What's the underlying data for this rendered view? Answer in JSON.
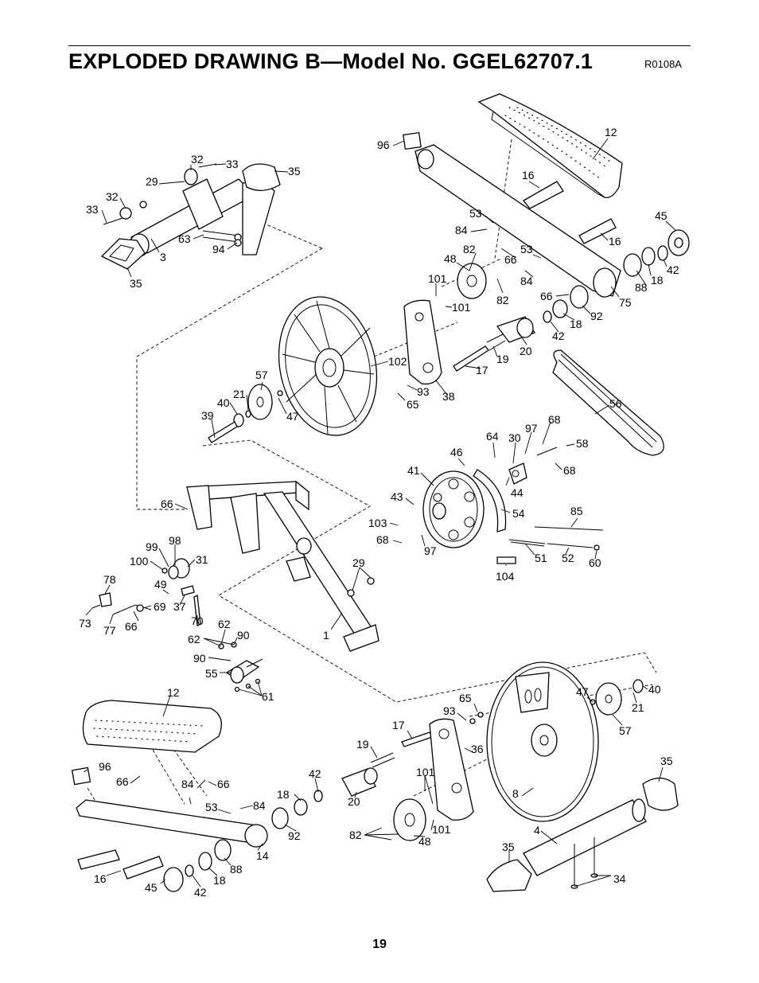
{
  "header": {
    "title": "EXPLODED DRAWING B—Model No. GGEL62707.1",
    "ref_code": "R0108A"
  },
  "footer": {
    "page_number": "19"
  },
  "callouts": [
    {
      "id": "c1",
      "text": "96"
    },
    {
      "id": "c2",
      "text": "12"
    },
    {
      "id": "c3",
      "text": "16"
    },
    {
      "id": "c4",
      "text": "32"
    },
    {
      "id": "c5",
      "text": "33"
    },
    {
      "id": "c6",
      "text": "29"
    },
    {
      "id": "c7",
      "text": "35"
    },
    {
      "id": "c8",
      "text": "32"
    },
    {
      "id": "c9",
      "text": "33"
    },
    {
      "id": "c10",
      "text": "63"
    },
    {
      "id": "c11",
      "text": "3"
    },
    {
      "id": "c12",
      "text": "94"
    },
    {
      "id": "c13",
      "text": "35"
    },
    {
      "id": "c14",
      "text": "53"
    },
    {
      "id": "c15",
      "text": "84"
    },
    {
      "id": "c16",
      "text": "45"
    },
    {
      "id": "c17",
      "text": "16"
    },
    {
      "id": "c18",
      "text": "82"
    },
    {
      "id": "c19",
      "text": "48"
    },
    {
      "id": "c20",
      "text": "66"
    },
    {
      "id": "c21",
      "text": "53"
    },
    {
      "id": "c22",
      "text": "88"
    },
    {
      "id": "c23",
      "text": "18"
    },
    {
      "id": "c24",
      "text": "42"
    },
    {
      "id": "c25",
      "text": "101"
    },
    {
      "id": "c26",
      "text": "84"
    },
    {
      "id": "c27",
      "text": "82"
    },
    {
      "id": "c28",
      "text": "101"
    },
    {
      "id": "c29",
      "text": "66"
    },
    {
      "id": "c30",
      "text": "75"
    },
    {
      "id": "c31",
      "text": "92"
    },
    {
      "id": "c32",
      "text": "18"
    },
    {
      "id": "c33",
      "text": "42"
    },
    {
      "id": "c34",
      "text": "20"
    },
    {
      "id": "c35",
      "text": "19"
    },
    {
      "id": "c36",
      "text": "102"
    },
    {
      "id": "c37",
      "text": "17"
    },
    {
      "id": "c38",
      "text": "57"
    },
    {
      "id": "c39",
      "text": "93"
    },
    {
      "id": "c40",
      "text": "21"
    },
    {
      "id": "c41",
      "text": "38"
    },
    {
      "id": "c42",
      "text": "40"
    },
    {
      "id": "c43",
      "text": "65"
    },
    {
      "id": "c44",
      "text": "47"
    },
    {
      "id": "c45",
      "text": "56"
    },
    {
      "id": "c46",
      "text": "39"
    },
    {
      "id": "c47",
      "text": "68"
    },
    {
      "id": "c48",
      "text": "64"
    },
    {
      "id": "c49",
      "text": "30"
    },
    {
      "id": "c50",
      "text": "97"
    },
    {
      "id": "c51",
      "text": "58"
    },
    {
      "id": "c52",
      "text": "46"
    },
    {
      "id": "c53",
      "text": "41"
    },
    {
      "id": "c54",
      "text": "68"
    },
    {
      "id": "c55",
      "text": "66"
    },
    {
      "id": "c56",
      "text": "44"
    },
    {
      "id": "c57",
      "text": "43"
    },
    {
      "id": "c58",
      "text": "54"
    },
    {
      "id": "c59",
      "text": "85"
    },
    {
      "id": "c60",
      "text": "103"
    },
    {
      "id": "c61",
      "text": "68"
    },
    {
      "id": "c62",
      "text": "97"
    },
    {
      "id": "c63",
      "text": "51"
    },
    {
      "id": "c64",
      "text": "52"
    },
    {
      "id": "c65",
      "text": "60"
    },
    {
      "id": "c66",
      "text": "99"
    },
    {
      "id": "c67",
      "text": "98"
    },
    {
      "id": "c68",
      "text": "104"
    },
    {
      "id": "c69",
      "text": "100"
    },
    {
      "id": "c70",
      "text": "31"
    },
    {
      "id": "c71",
      "text": "29"
    },
    {
      "id": "c72",
      "text": "78"
    },
    {
      "id": "c73",
      "text": "49"
    },
    {
      "id": "c74",
      "text": "69"
    },
    {
      "id": "c75",
      "text": "37"
    },
    {
      "id": "c76",
      "text": "73"
    },
    {
      "id": "c77",
      "text": "77"
    },
    {
      "id": "c78",
      "text": "66"
    },
    {
      "id": "c79",
      "text": "70"
    },
    {
      "id": "c80",
      "text": "62"
    },
    {
      "id": "c81",
      "text": "62"
    },
    {
      "id": "c82",
      "text": "90"
    },
    {
      "id": "c83",
      "text": "1"
    },
    {
      "id": "c84",
      "text": "90"
    },
    {
      "id": "c85",
      "text": "55"
    },
    {
      "id": "c86",
      "text": "61"
    },
    {
      "id": "c87",
      "text": "12"
    },
    {
      "id": "c88",
      "text": "47"
    },
    {
      "id": "c89",
      "text": "40"
    },
    {
      "id": "c90",
      "text": "65"
    },
    {
      "id": "c91",
      "text": "21"
    },
    {
      "id": "c92",
      "text": "93"
    },
    {
      "id": "c93",
      "text": "17"
    },
    {
      "id": "c94",
      "text": "57"
    },
    {
      "id": "c95",
      "text": "36"
    },
    {
      "id": "c96",
      "text": "19"
    },
    {
      "id": "c97",
      "text": "96"
    },
    {
      "id": "c98",
      "text": "35"
    },
    {
      "id": "c99",
      "text": "66"
    },
    {
      "id": "c100",
      "text": "84"
    },
    {
      "id": "c101",
      "text": "66"
    },
    {
      "id": "c102",
      "text": "42"
    },
    {
      "id": "c103",
      "text": "101"
    },
    {
      "id": "c104",
      "text": "53"
    },
    {
      "id": "c105",
      "text": "84"
    },
    {
      "id": "c106",
      "text": "18"
    },
    {
      "id": "c107",
      "text": "20"
    },
    {
      "id": "c108",
      "text": "8"
    },
    {
      "id": "c109",
      "text": "92"
    },
    {
      "id": "c110",
      "text": "82"
    },
    {
      "id": "c111",
      "text": "101"
    },
    {
      "id": "c112",
      "text": "14"
    },
    {
      "id": "c113",
      "text": "48"
    },
    {
      "id": "c114",
      "text": "4"
    },
    {
      "id": "c115",
      "text": "35"
    },
    {
      "id": "c116",
      "text": "88"
    },
    {
      "id": "c117",
      "text": "16"
    },
    {
      "id": "c118",
      "text": "45"
    },
    {
      "id": "c119",
      "text": "18"
    },
    {
      "id": "c120",
      "text": "42"
    },
    {
      "id": "c121",
      "text": "34"
    }
  ]
}
